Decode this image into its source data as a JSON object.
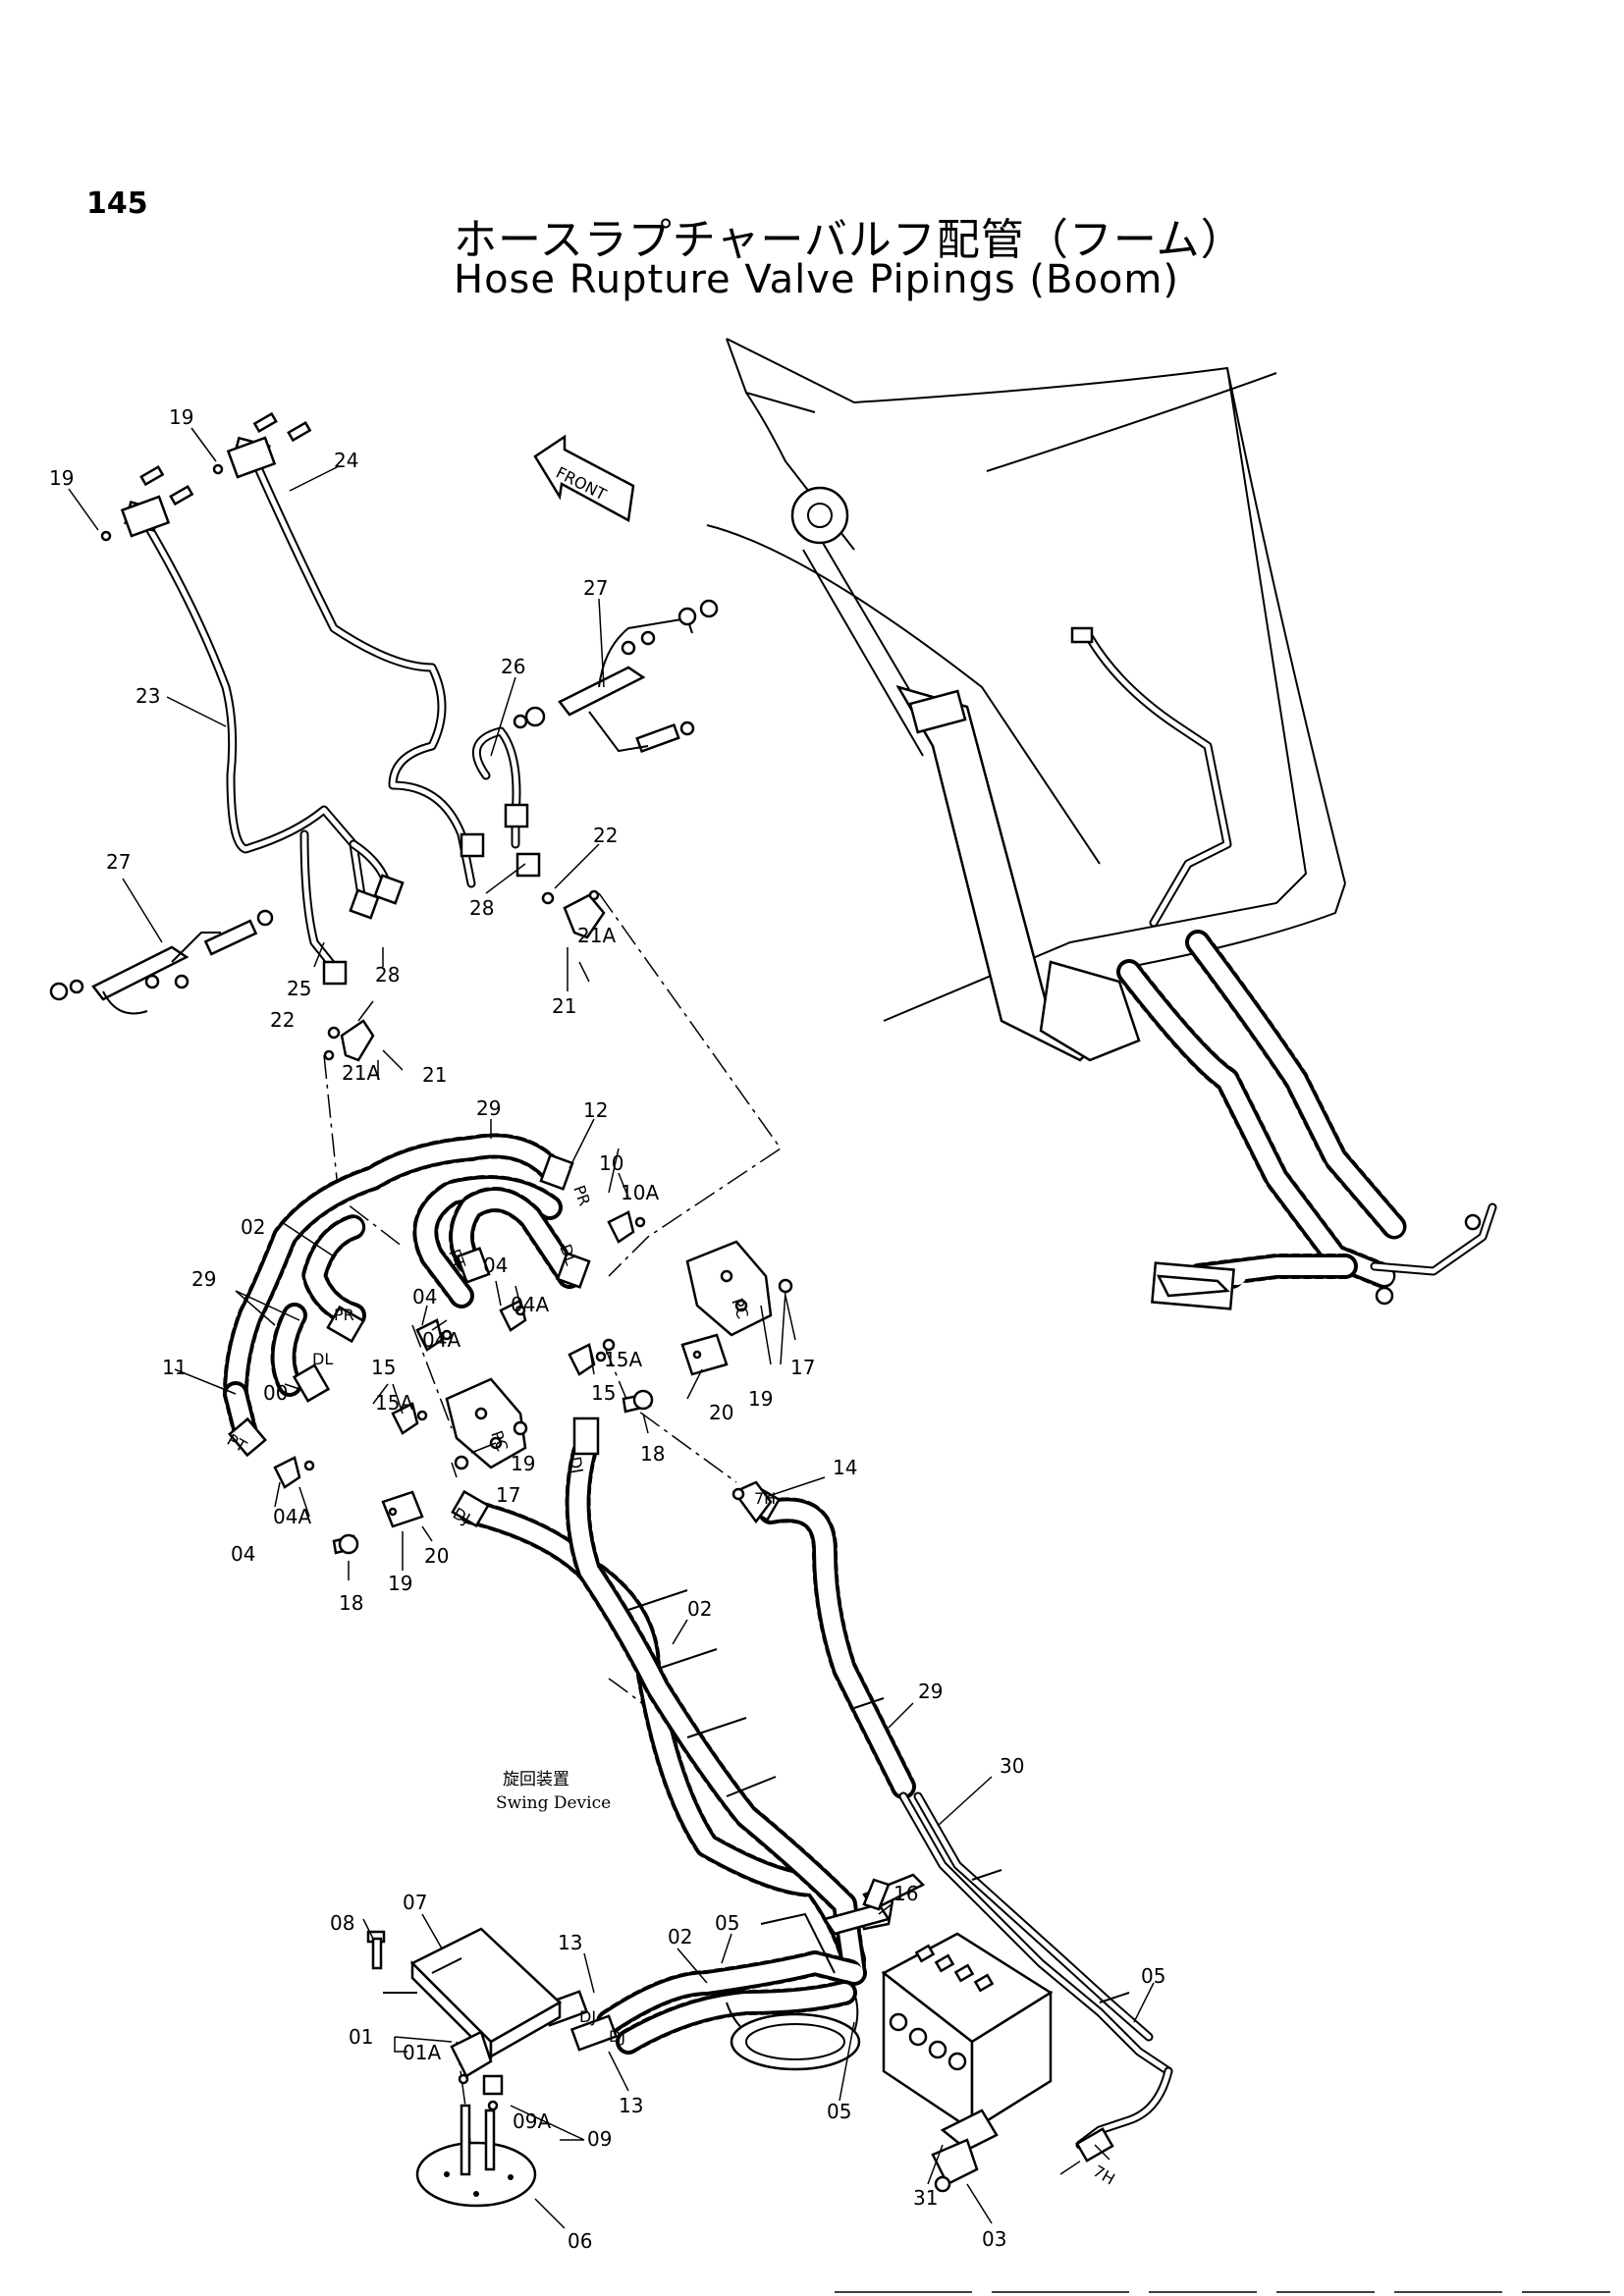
{
  "header": {
    "page_number": "145",
    "title_jp": "ホースラプチャーバルフ配管（フーム）",
    "title_en": "Hose Rupture Valve Pipings (Boom)"
  },
  "front_arrow_label": "FRONT",
  "swing_device": {
    "label_jp": "旋回装置",
    "label_en": "Swing Device"
  },
  "callouts": {
    "c19a": "19",
    "c19b": "19",
    "c24": "24",
    "c27a": "27",
    "c26": "26",
    "c23": "23",
    "c22a": "22",
    "c27b": "27",
    "c28a": "28",
    "c28b": "28",
    "c21Aa": "21A",
    "c21a": "21",
    "c25": "25",
    "c22b": "22",
    "c21Ab": "21A",
    "c21b": "21",
    "c29a": "29",
    "c12": "12",
    "c10": "10",
    "c10A": "10A",
    "c02a": "02",
    "c04a": "04",
    "c04Aa": "04A",
    "c29b": "29",
    "c04b": "04",
    "c04Ab": "04A",
    "c15a": "15",
    "c15Aa": "15A",
    "c11": "11",
    "c00": "00",
    "c15Ab": "15A",
    "c15b": "15",
    "c18a": "18",
    "c20a": "20",
    "c19c": "19",
    "c17a": "17",
    "c19d": "19",
    "c17b": "17",
    "c04Ac": "04A",
    "c04c": "04",
    "c18b": "18",
    "c19e": "19",
    "c20b": "20",
    "c14": "14",
    "c02b": "02",
    "c29c": "29",
    "c30": "30",
    "c16": "16",
    "c07": "07",
    "c08": "08",
    "c13a": "13",
    "c02c": "02",
    "c05a": "05",
    "c05b": "05",
    "c01": "01",
    "c01A": "01A",
    "c13b": "13",
    "c05c": "05",
    "c09": "09",
    "c09A": "09A",
    "c31": "31",
    "c03": "03",
    "c06": "06"
  },
  "port_marks": {
    "pr1": "PR",
    "pt1": "PT",
    "dl1": "DL",
    "pr2": "PR",
    "dl2": "DL",
    "pt2": "PT",
    "dj1": "DJ",
    "dj2": "DJ",
    "dj3": "DJ",
    "dj4": "DJ",
    "h7a": "7H",
    "h7b": "7H",
    "pc1": "PC",
    "pc2": "PC"
  }
}
